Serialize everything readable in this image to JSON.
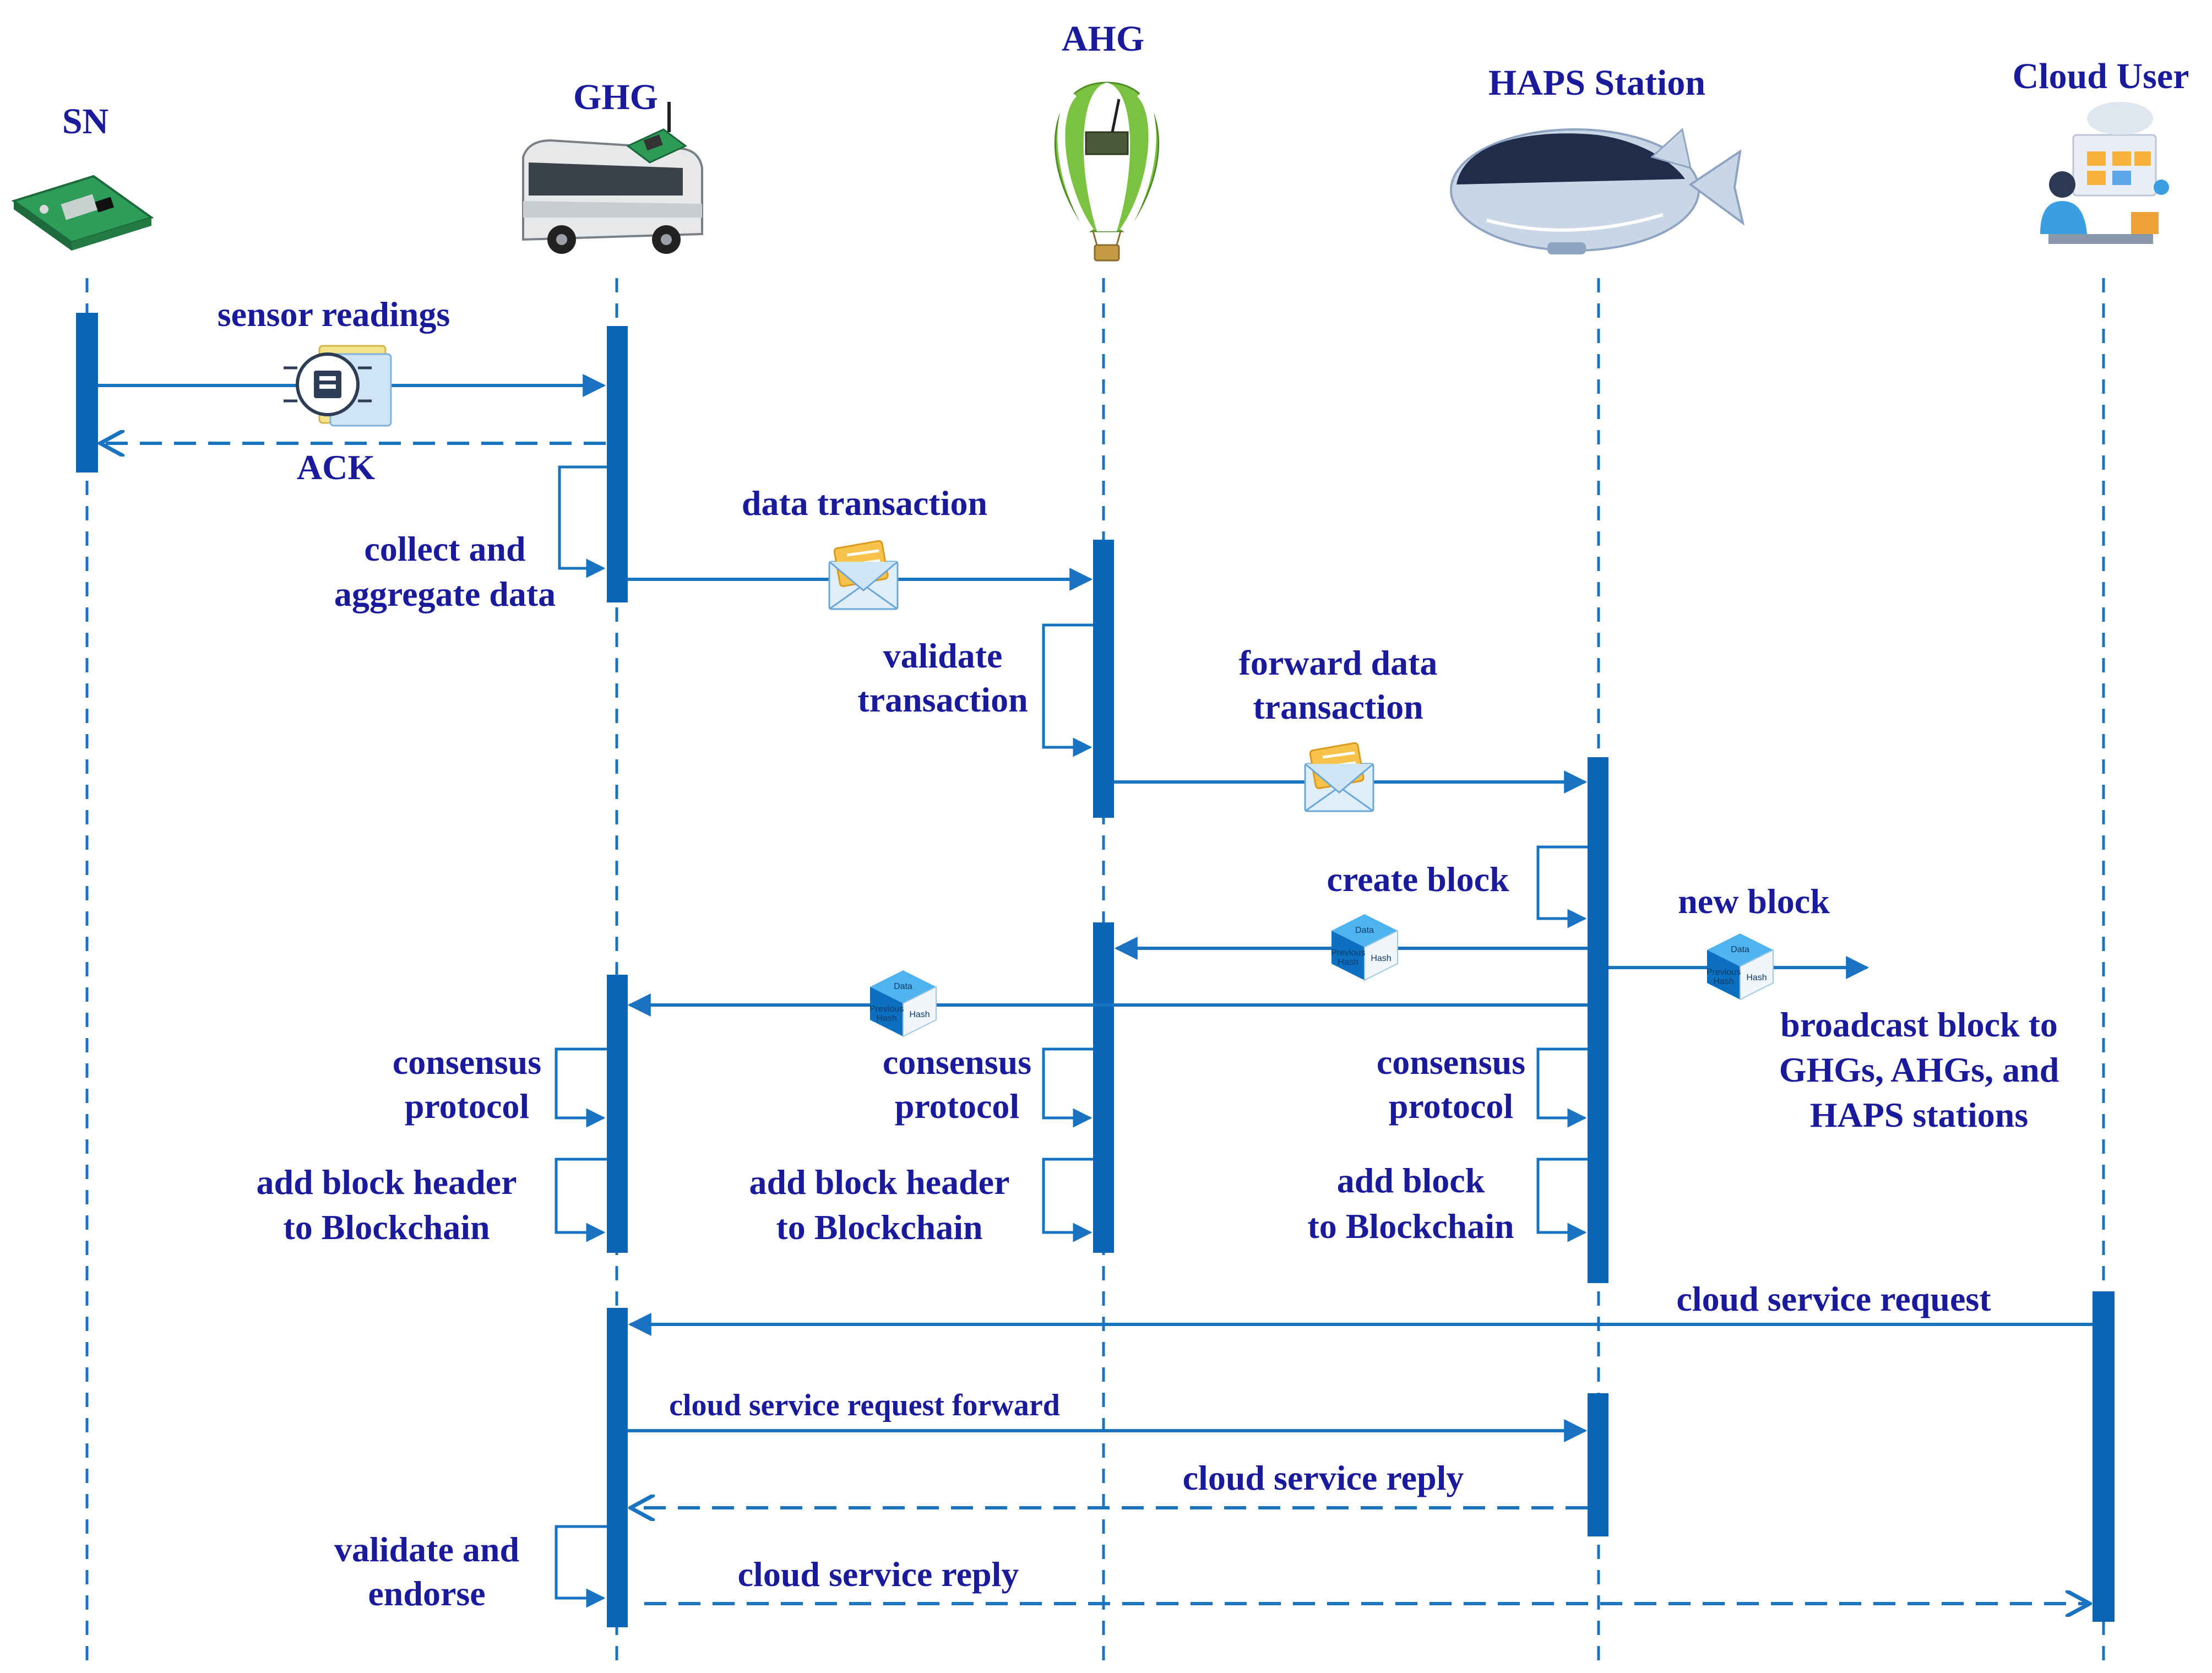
{
  "colors": {
    "text": "#1a1a9c",
    "line": "#1a73c0",
    "activation": "#0b66b8",
    "block": "#1e88d8"
  },
  "participants": [
    {
      "id": "sn",
      "label": "SN",
      "icon": "sensor-board-icon"
    },
    {
      "id": "ghg",
      "label": "GHG",
      "icon": "bus-gateway-icon"
    },
    {
      "id": "ahg",
      "label": "AHG",
      "icon": "hot-air-balloon-icon"
    },
    {
      "id": "haps",
      "label": "HAPS Station",
      "icon": "airship-icon"
    },
    {
      "id": "cloud",
      "label": "Cloud User",
      "icon": "cloud-user-icon"
    }
  ],
  "messages": {
    "sensor_readings": "sensor readings",
    "ack": "ACK",
    "collect_1": "collect and",
    "collect_2": "aggregate data",
    "data_transaction": "data transaction",
    "validate_1": "validate",
    "validate_2": "transaction",
    "forward_1": "forward data",
    "forward_2": "transaction",
    "create_block": "create block",
    "new_block": "new block",
    "broadcast_1": "broadcast block to",
    "broadcast_2": "GHGs, AHGs, and",
    "broadcast_3": "HAPS stations",
    "consensus_1": "consensus",
    "consensus_2": "protocol",
    "add_header_1": "add block header",
    "add_header_2": "to Blockchain",
    "add_block_1": "add block",
    "add_block_2": "to Blockchain",
    "cloud_request": "cloud service request",
    "cloud_request_forward": "cloud service request forward",
    "cloud_reply": "cloud service reply",
    "validate_endorse_1": "validate and",
    "validate_endorse_2": "endorse"
  },
  "block_icon": {
    "data": "Data",
    "prev_1": "Previous",
    "prev_2": "Hash",
    "hash": "Hash"
  }
}
